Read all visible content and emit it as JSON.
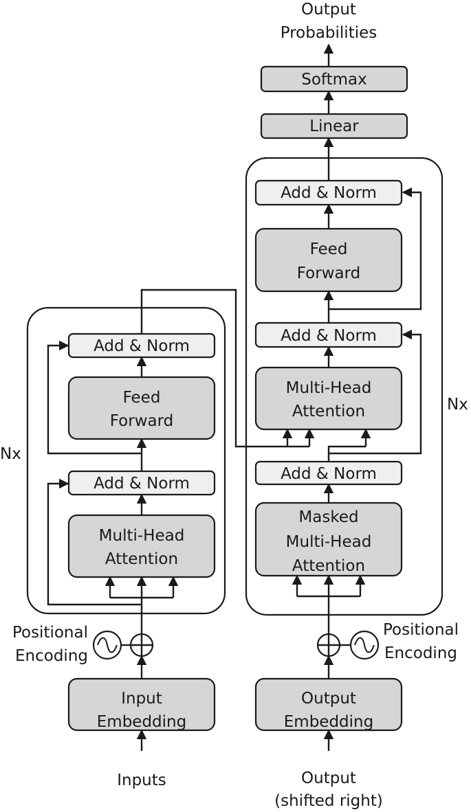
{
  "encoder": {
    "repeat_label": "Nx",
    "add_norm_top": "Add & Norm",
    "feed_forward": [
      "Feed",
      "Forward"
    ],
    "add_norm_bottom": "Add & Norm",
    "attention": [
      "Multi-Head",
      "Attention"
    ],
    "positional_encoding": [
      "Positional",
      "Encoding"
    ],
    "embedding": [
      "Input",
      "Embedding"
    ],
    "input_label": "Inputs"
  },
  "decoder": {
    "repeat_label": "Nx",
    "add_norm_top": "Add & Norm",
    "feed_forward": [
      "Feed",
      "Forward"
    ],
    "add_norm_middle": "Add & Norm",
    "cross_attention": [
      "Multi-Head",
      "Attention"
    ],
    "add_norm_bottom": "Add & Norm",
    "masked_attention": [
      "Masked",
      "Multi-Head",
      "Attention"
    ],
    "positional_encoding": [
      "Positional",
      "Encoding"
    ],
    "embedding": [
      "Output",
      "Embedding"
    ],
    "input_label": [
      "Output",
      "(shifted right)"
    ]
  },
  "head": {
    "linear": "Linear",
    "softmax": "Softmax",
    "output": [
      "Output",
      "Probabilities"
    ]
  }
}
